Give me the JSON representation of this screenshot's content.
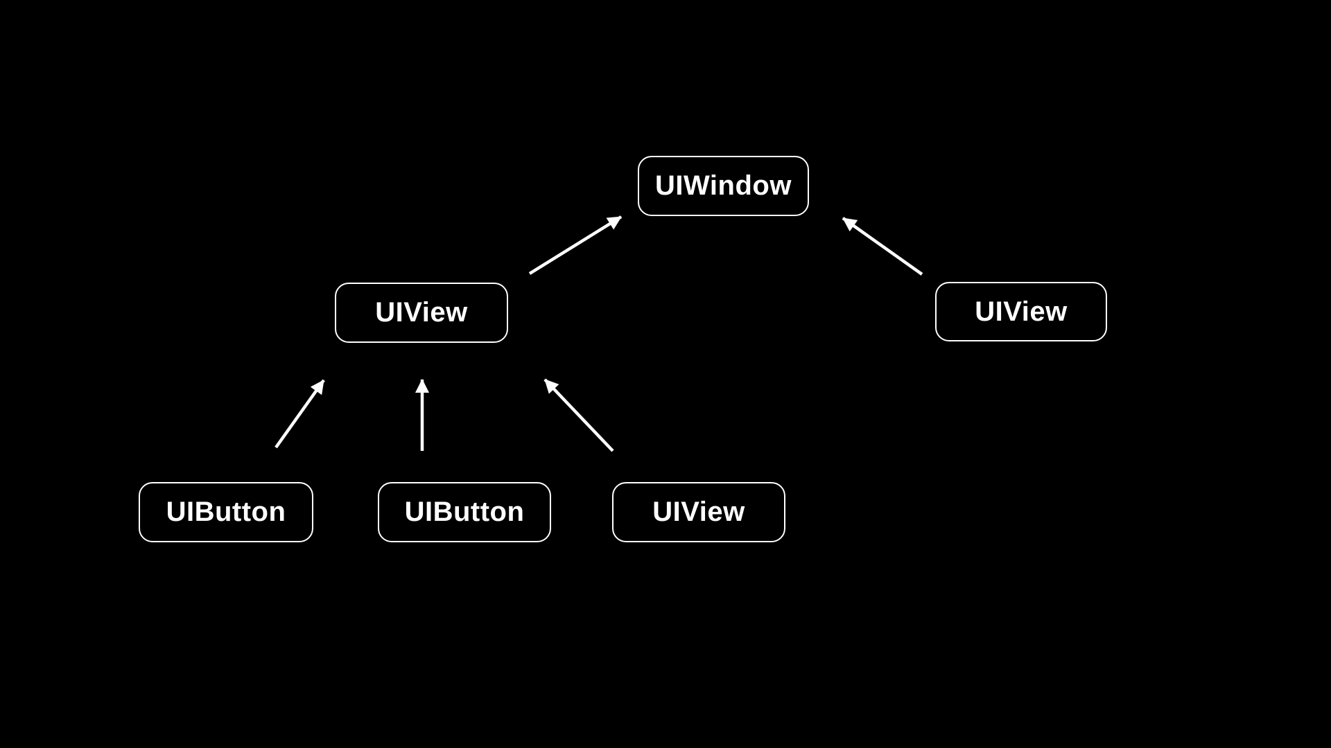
{
  "colors": {
    "background": "#000000",
    "node_border": "#ffffff",
    "node_fill": "#000000",
    "node_text": "#ffffff",
    "arrow": "#ffffff"
  },
  "diagram": {
    "type": "hierarchy",
    "nodes": [
      {
        "id": "uiwindow",
        "label": "UIWindow"
      },
      {
        "id": "uiview-left",
        "label": "UIView"
      },
      {
        "id": "uiview-right",
        "label": "UIView"
      },
      {
        "id": "uibutton-1",
        "label": "UIButton"
      },
      {
        "id": "uibutton-2",
        "label": "UIButton"
      },
      {
        "id": "uiview-bottom",
        "label": "UIView"
      }
    ],
    "edges": [
      {
        "from": "uiview-left",
        "to": "uiwindow",
        "direction": "up"
      },
      {
        "from": "uiview-right",
        "to": "uiwindow",
        "direction": "up"
      },
      {
        "from": "uibutton-1",
        "to": "uiview-left",
        "direction": "up"
      },
      {
        "from": "uibutton-2",
        "to": "uiview-left",
        "direction": "up"
      },
      {
        "from": "uiview-bottom",
        "to": "uiview-left",
        "direction": "up"
      }
    ]
  }
}
